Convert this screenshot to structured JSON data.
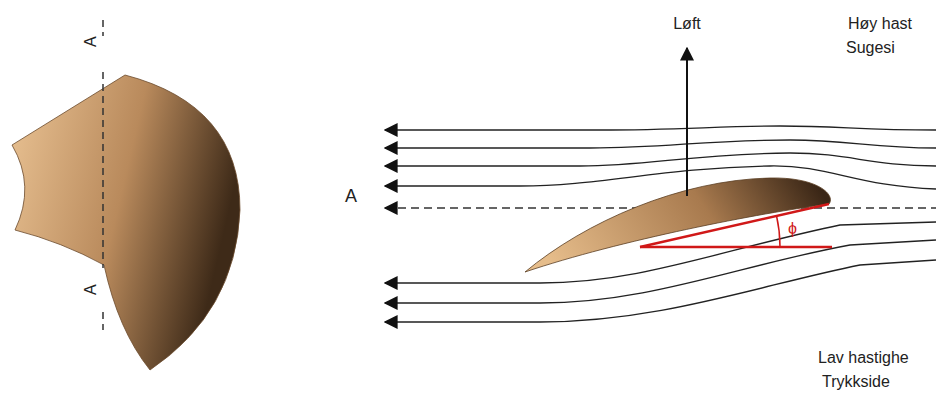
{
  "diagram": {
    "labels": [
      "A",
      "A",
      "Løft",
      "A",
      "ϕ",
      "Høy hast",
      "Sugesi",
      "Lav hastighe",
      "Trykkside"
    ]
  }
}
